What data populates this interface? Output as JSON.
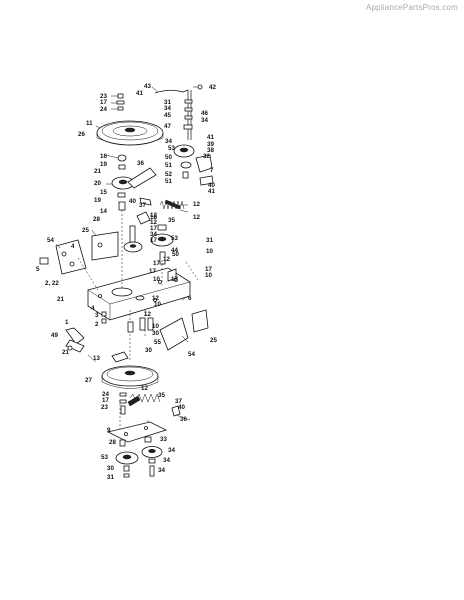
{
  "watermark": "AppliancePartsPros.com",
  "labels": [
    "43",
    "42",
    "41",
    "23",
    "31",
    "17",
    "34",
    "24",
    "46",
    "45",
    "34",
    "47",
    "11",
    "26",
    "41",
    "34",
    "39",
    "53",
    "38",
    "50",
    "32",
    "16",
    "51",
    "7",
    "36",
    "19",
    "52",
    "21",
    "51",
    "20",
    "40",
    "15",
    "41",
    "19",
    "40",
    "12",
    "37",
    "12",
    "14",
    "18",
    "35",
    "12",
    "28",
    "12",
    "17",
    "34",
    "25",
    "17",
    "31",
    "54",
    "10",
    "53",
    "44",
    "4",
    "50",
    "5",
    "12",
    "17",
    "17",
    "10",
    "2, 22",
    "17",
    "6",
    "21",
    "17",
    "10",
    "4",
    "3",
    "1",
    "12",
    "2",
    "10",
    "12",
    "30",
    "49",
    "10",
    "21",
    "55",
    "54",
    "25",
    "30",
    "13",
    "27",
    "12",
    "24",
    "35",
    "17",
    "37",
    "23",
    "40",
    "36",
    "9",
    "33",
    "28",
    "34",
    "53",
    "34",
    "30",
    "34",
    "31"
  ]
}
